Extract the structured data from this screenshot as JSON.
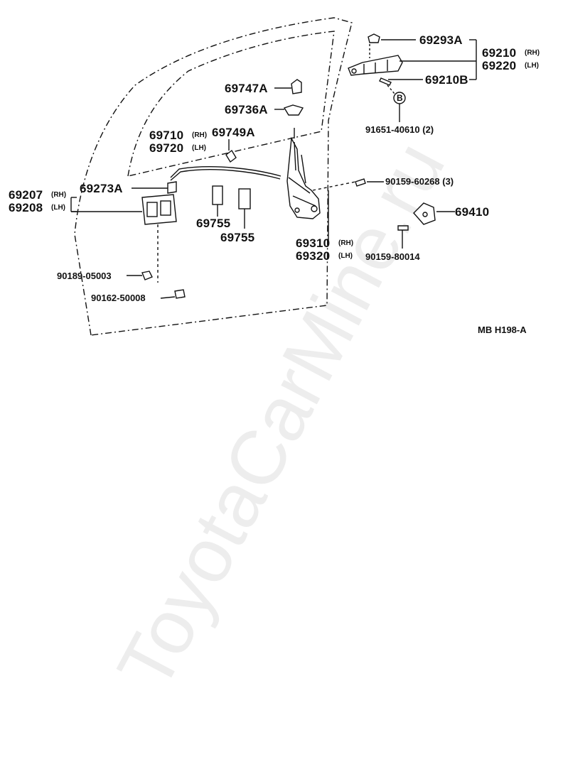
{
  "labels": {
    "p69293A": "69293A",
    "p69210": "69210",
    "p69220": "69220",
    "rh": "(RH)",
    "lh": "(LH)",
    "p69210B": "69210B",
    "p91651": "91651-40610 (2)",
    "bolt_b": "B",
    "p69747A": "69747A",
    "p69736A": "69736A",
    "p69710": "69710",
    "p69720": "69720",
    "p69749A": "69749A",
    "p90159_60268": "90159-60268 (3)",
    "p69207": "69207",
    "p69208": "69208",
    "p69273A": "69273A",
    "p69410": "69410",
    "p69755": "69755",
    "p69310": "69310",
    "p69320": "69320",
    "p90159_80014": "90159-80014",
    "p90189": "90189-05003",
    "p90162": "90162-50008",
    "diagram_code": "MB  H198-A"
  },
  "watermark": "ToyotaCarMine.ru",
  "colors": {
    "line": "#111111",
    "background": "#ffffff",
    "watermark": "rgba(0,0,0,0.07)"
  }
}
